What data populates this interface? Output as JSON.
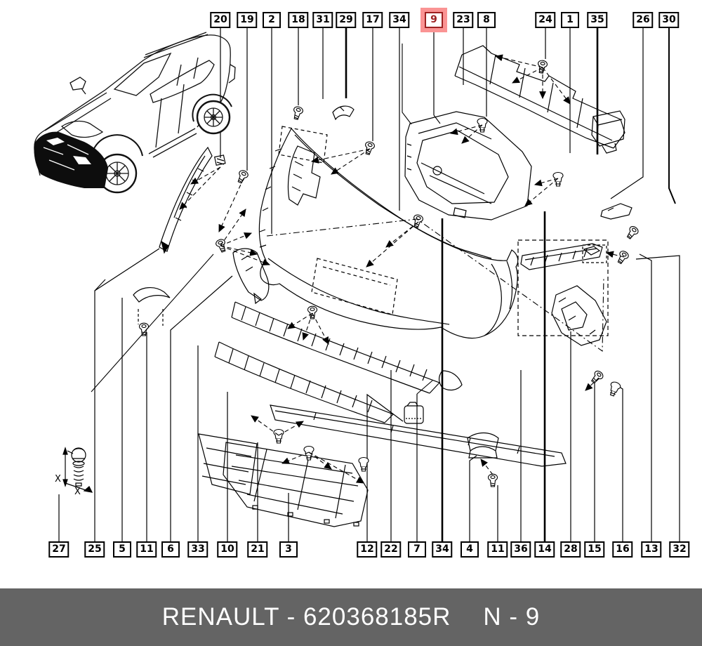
{
  "footer": {
    "brand_part": "RENAULT - 620368185R",
    "page_ref": "N - 9",
    "bg_color": "#646464",
    "text_color": "#ffffff"
  },
  "highlight": {
    "number": "9",
    "fill": "#fa9494",
    "accent": "#9c2222"
  },
  "diagram": {
    "dim_mark": "X"
  },
  "top_labels": [
    {
      "n": "20"
    },
    {
      "n": "19"
    },
    {
      "n": "2"
    },
    {
      "n": "18"
    },
    {
      "n": "31"
    },
    {
      "n": "29"
    },
    {
      "n": "17"
    },
    {
      "n": "34"
    },
    {
      "n": "9",
      "highlighted": true
    },
    {
      "n": "23"
    },
    {
      "n": "8"
    },
    {
      "n": "24"
    },
    {
      "n": "1"
    },
    {
      "n": "35"
    },
    {
      "n": "26"
    },
    {
      "n": "30"
    }
  ],
  "bottom_labels": [
    {
      "n": "27"
    },
    {
      "n": "25"
    },
    {
      "n": "5"
    },
    {
      "n": "11"
    },
    {
      "n": "6"
    },
    {
      "n": "33"
    },
    {
      "n": "10"
    },
    {
      "n": "21"
    },
    {
      "n": "3"
    },
    {
      "n": "12"
    },
    {
      "n": "22"
    },
    {
      "n": "7"
    },
    {
      "n": "34"
    },
    {
      "n": "4"
    },
    {
      "n": "11"
    },
    {
      "n": "36"
    },
    {
      "n": "14"
    },
    {
      "n": "28"
    },
    {
      "n": "15"
    },
    {
      "n": "16"
    },
    {
      "n": "13"
    },
    {
      "n": "32"
    }
  ]
}
